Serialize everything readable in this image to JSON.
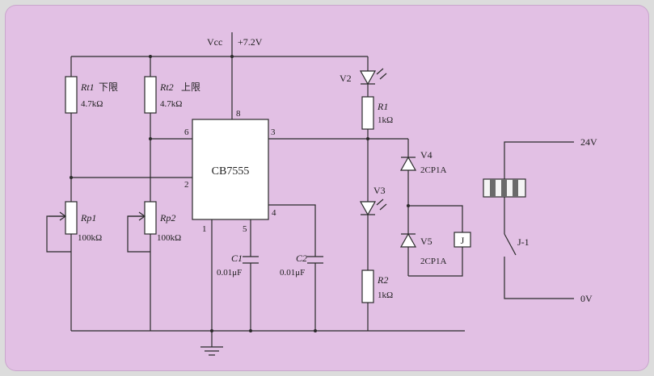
{
  "power": {
    "vcc": "Vcc",
    "vcc_value": "+7.2V",
    "rail_24v": "24V",
    "rail_0v": "0V"
  },
  "chip": {
    "name": "CB7555",
    "pins": [
      "8",
      "6",
      "3",
      "2",
      "4",
      "1",
      "5"
    ]
  },
  "resistors": {
    "rt1_name": "Rt1",
    "rt1_note": "下限",
    "rt1_value": "4.7kΩ",
    "rt2_name": "Rt2",
    "rt2_note": "上限",
    "rt2_value": "4.7kΩ",
    "r1_name": "R1",
    "r1_value": "1kΩ",
    "r2_name": "R2",
    "r2_value": "1kΩ"
  },
  "pots": {
    "rp1_name": "Rp1",
    "rp1_value": "100kΩ",
    "rp2_name": "Rp2",
    "rp2_value": "100kΩ"
  },
  "capacitors": {
    "c1_name": "C1",
    "c1_value": "0.01μF",
    "c2_name": "C2",
    "c2_value": "0.01μF"
  },
  "diodes": {
    "v2_name": "V2",
    "v3_name": "V3",
    "v4_name": "V4",
    "v4_type": "2CP1A",
    "v5_name": "V5",
    "v5_type": "2CP1A"
  },
  "relay": {
    "coil_label": "J",
    "contact_label": "J-1"
  }
}
